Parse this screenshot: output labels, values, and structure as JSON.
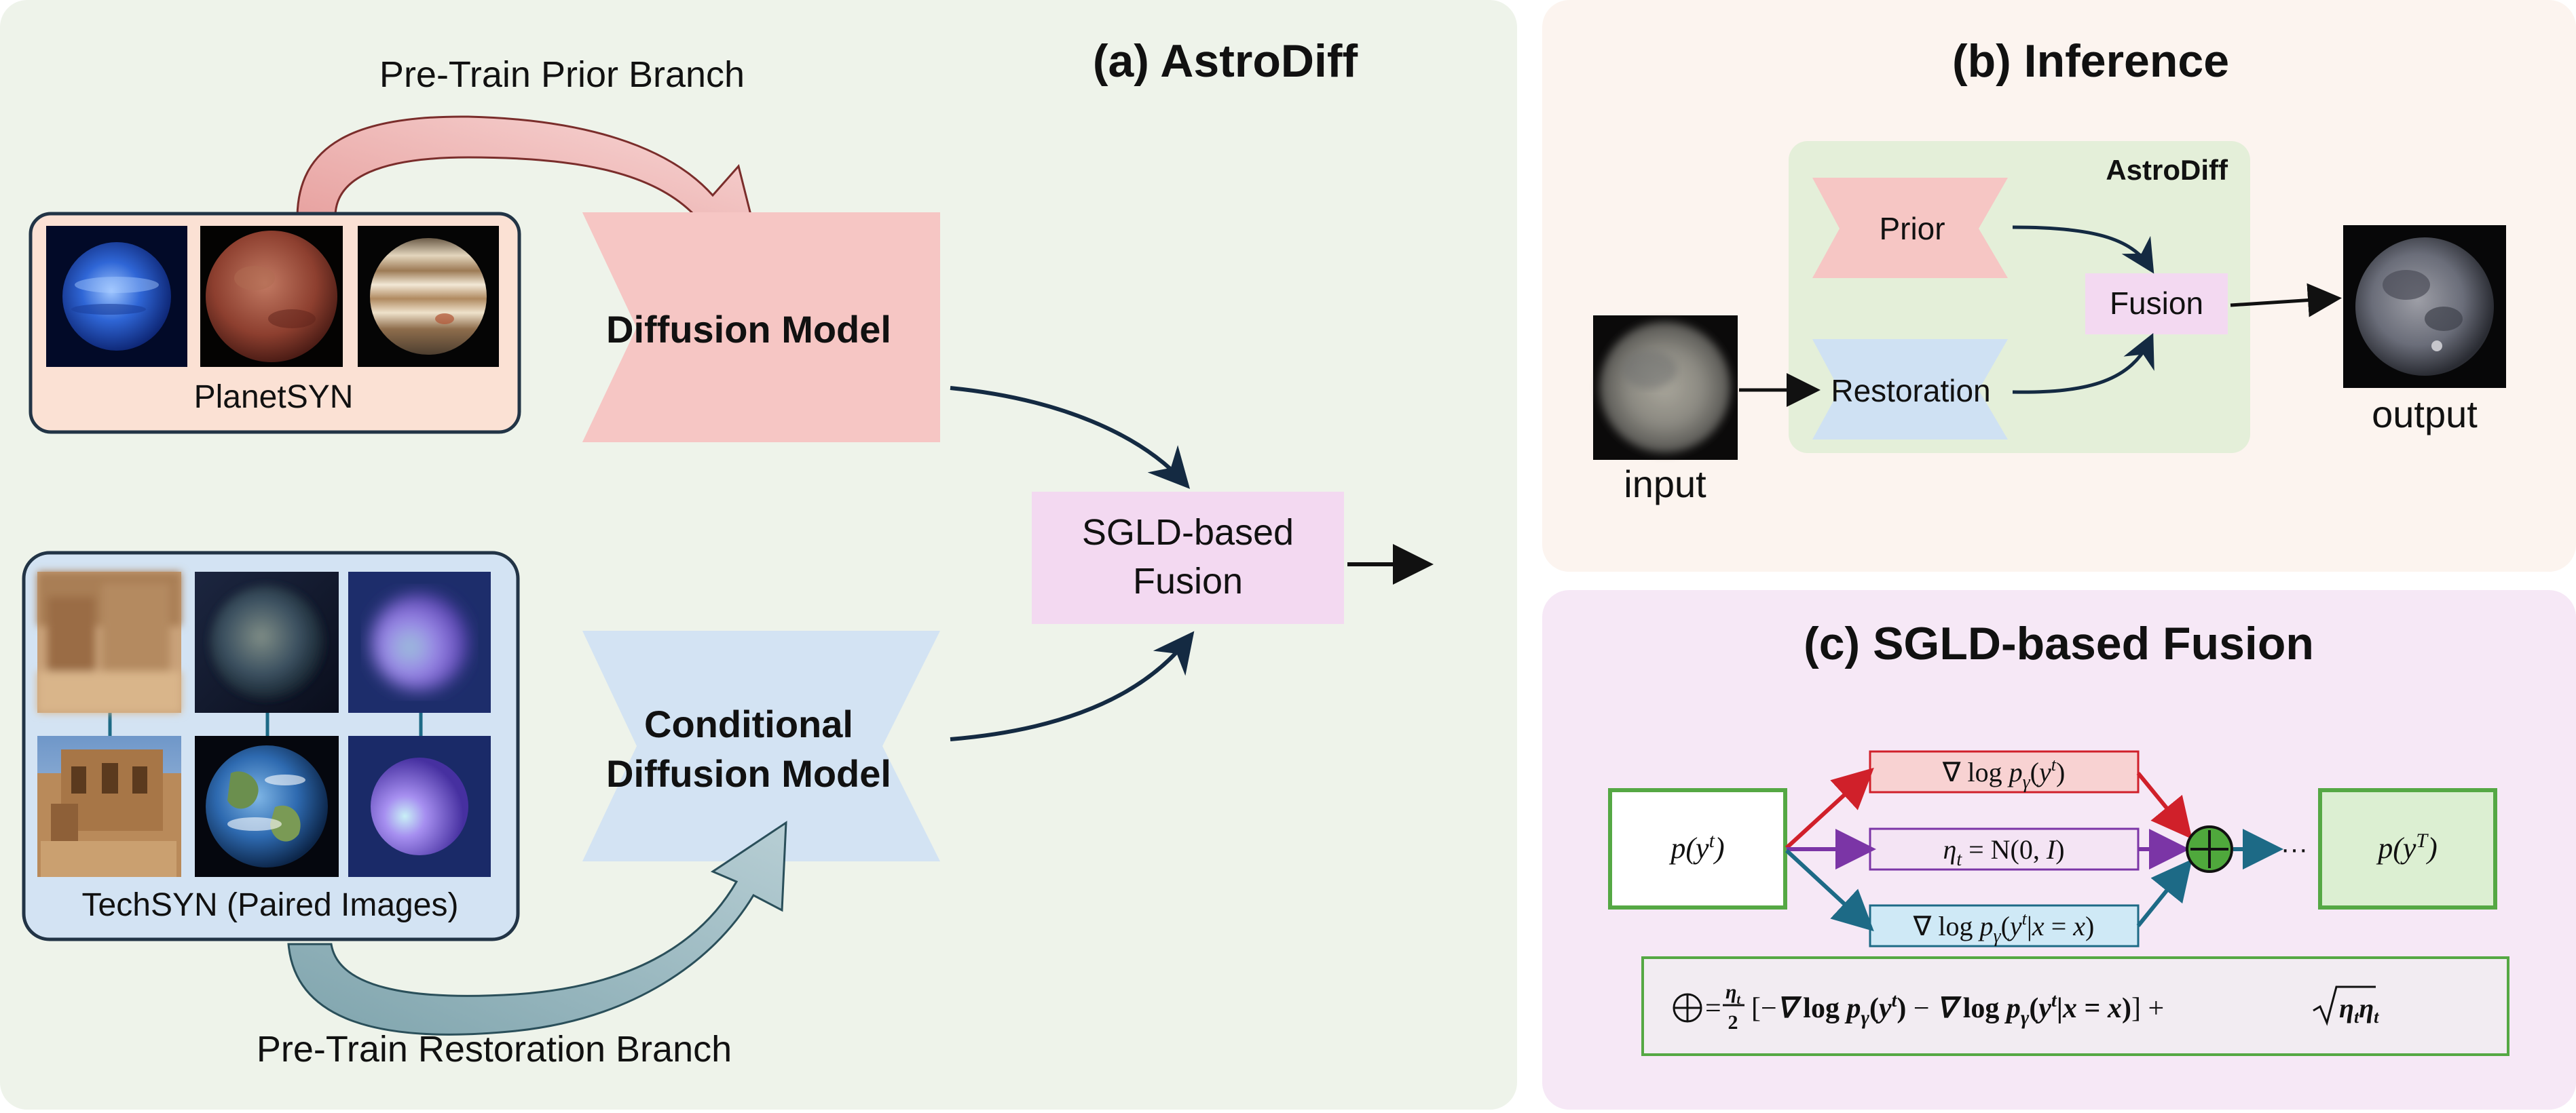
{
  "panel_a": {
    "title": "(a) AstroDiff",
    "prior_branch_label": "Pre-Train Prior Branch",
    "restoration_branch_label": "Pre-Train Restoration  Branch",
    "planetsyn_label": "PlanetSYN",
    "techsyn_label": "TechSYN (Paired Images)",
    "diffusion_model_label": "Diffusion Model",
    "conditional_line1": "Conditional",
    "conditional_line2": "Diffusion Model",
    "fusion_line1": "SGLD-based",
    "fusion_line2": "Fusion"
  },
  "panel_b": {
    "title": "(b) Inference",
    "group_label": "AstroDiff",
    "prior_label": "Prior",
    "fusion_label": "Fusion",
    "restoration_label": "Restoration",
    "input_label": "input",
    "output_label": "output"
  },
  "panel_c": {
    "title": "(c) SGLD-based Fusion",
    "ellipsis": "···"
  },
  "colors": {
    "panel_a_bg": "#eef3ea",
    "panel_b_bg": "#fcf4ef",
    "panel_c_bg": "#f6e8f6",
    "prior_red": "#f6c6c4",
    "restoration_blue": "#cfe1f3",
    "fusion_pink": "#f3d9f1",
    "astrodiff_green": "#e4efd9",
    "arrow_red": "#d0202a",
    "arrow_purple": "#7b35a6",
    "arrow_teal": "#1d6a86",
    "node_green": "#55a844",
    "dark_navy": "#142a42"
  },
  "icons": {
    "planet_blue": "neptune-like-planet-icon",
    "planet_red": "mars-planet-icon",
    "planet_jupiter": "jupiter-planet-icon",
    "moon": "moon-icon",
    "earth": "earth-icon",
    "orb": "purple-sphere-icon",
    "ruins": "castle-ruins-icon",
    "sum_node": "circled-plus-icon"
  }
}
